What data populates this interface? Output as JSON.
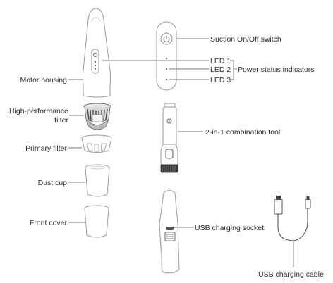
{
  "labels": {
    "motor_housing": "Motor housing",
    "filter_line1": "High-performance",
    "filter_line2": "filter",
    "primary_filter": "Primary filter",
    "dust_cup": "Dust cup",
    "front_cover": "Front cover",
    "suction_switch": "Suction On/Off switch",
    "led1": "LED 1",
    "led2": "LED 2",
    "led3": "LED 3",
    "power_status": "Power status indicators",
    "combination_tool": "2-in-1 combination tool",
    "charging_socket": "USB charging socket",
    "charging_cable": "USB charging cable"
  }
}
